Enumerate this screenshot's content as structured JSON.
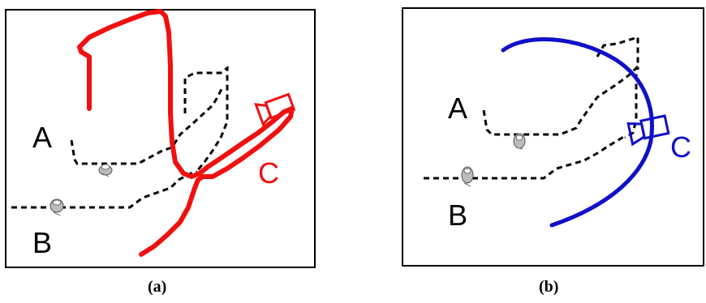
{
  "panels": [
    {
      "caption": "(a)",
      "labels": {
        "a": "A",
        "b": "B",
        "c": "C"
      },
      "trajectory_color": "#f01010",
      "path_color": "#000000"
    },
    {
      "caption": "(b)",
      "labels": {
        "a": "A",
        "b": "B",
        "c": "C"
      },
      "trajectory_color": "#1010c8",
      "path_color": "#000000"
    }
  ]
}
